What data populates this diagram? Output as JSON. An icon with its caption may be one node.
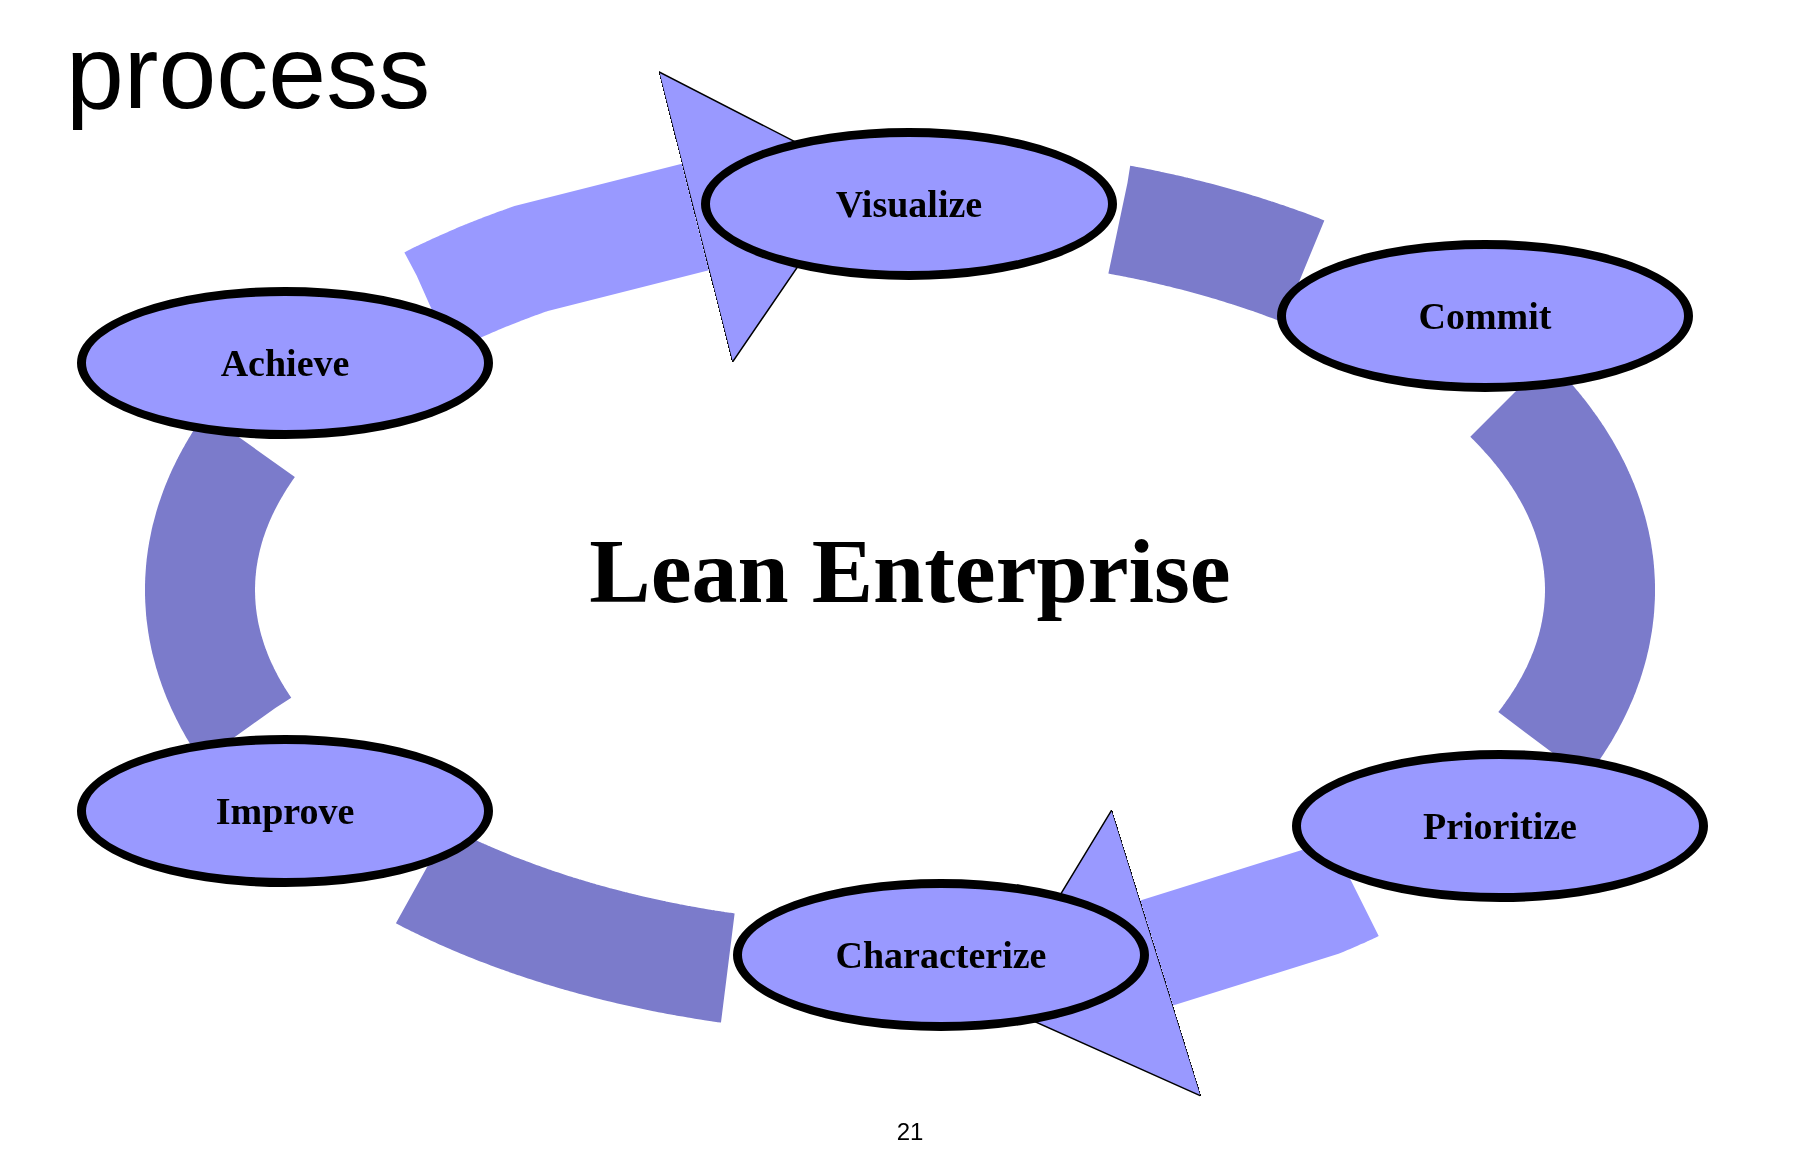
{
  "diagram": {
    "nodes": [
      {
        "text": [
          "Visualize"
        ]
      },
      {
        "text": [
          "Commit"
        ]
      },
      {
        "text": [
          "Prioritize"
        ]
      },
      {
        "text": [
          "Characterize"
        ]
      },
      {
        "text": [
          "Improve"
        ]
      },
      {
        "text": [
          "Achieve"
        ]
      }
    ],
    "edges": [
      {
        "from": 5,
        "to": 0,
        "arrow": "to",
        "color": "#9999ff"
      },
      {
        "from": 0,
        "to": 1,
        "arrow": "none"
      },
      {
        "from": 1,
        "to": 2,
        "arrow": "none"
      },
      {
        "from": 2,
        "to": 3,
        "arrow": "to",
        "color": "#9999ff"
      },
      {
        "from": 3,
        "to": 4,
        "arrow": "none"
      },
      {
        "from": 4,
        "to": 5,
        "arrow": "none"
      }
    ],
    "labels": [
      "process",
      "Lean Enterprise",
      "21"
    ]
  }
}
